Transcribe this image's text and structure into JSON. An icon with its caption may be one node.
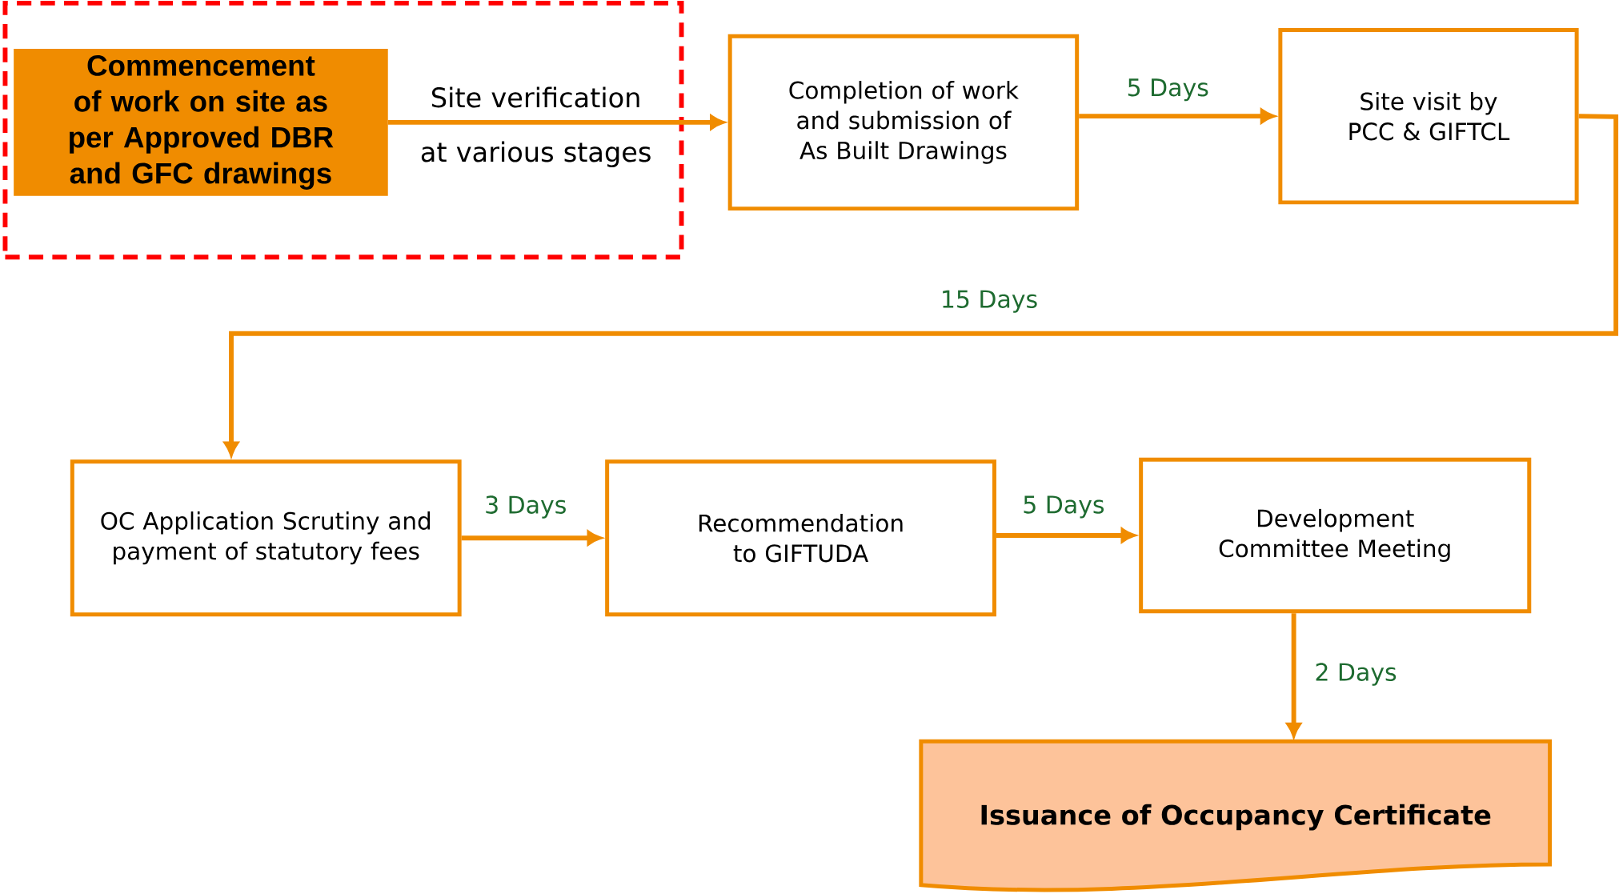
{
  "diagram": {
    "nodes": [
      {
        "text": [],
        "shape": "box"
      },
      {
        "text": [
          "Commencement of work on site as per Approved DBR and GFC drawings"
        ],
        "in": 0
      },
      {
        "text": [
          "Completion of work and submission of As Built Drawings"
        ]
      },
      {
        "text": [
          "Site visit by PCC & GIFTCL"
        ]
      },
      {
        "text": [
          "OC Application Scrutiny and payment of statutory fees"
        ]
      },
      {
        "text": [
          "Recommendation to GIFTUDA"
        ]
      },
      {
        "text": [
          "Development Committee Meeting"
        ]
      },
      {
        "text": [
          "Issuance of Occupancy Certificate"
        ]
      }
    ],
    "edges": [
      {
        "from": 1,
        "to": 2,
        "arrow": "to",
        "label": "Site verification at various stages"
      },
      {
        "from": 2,
        "to": 3,
        "arrow": "to",
        "label": "5 Days"
      },
      {
        "from": 3,
        "to": 4,
        "arrow": "to",
        "label": "15 Days"
      },
      {
        "from": 4,
        "to": 5,
        "arrow": "to",
        "label": "3 Days"
      },
      {
        "from": 5,
        "to": 6,
        "arrow": "to",
        "label": "5 Days"
      },
      {
        "from": 6,
        "to": 7,
        "arrow": "to",
        "label": "2 Days"
      }
    ]
  }
}
